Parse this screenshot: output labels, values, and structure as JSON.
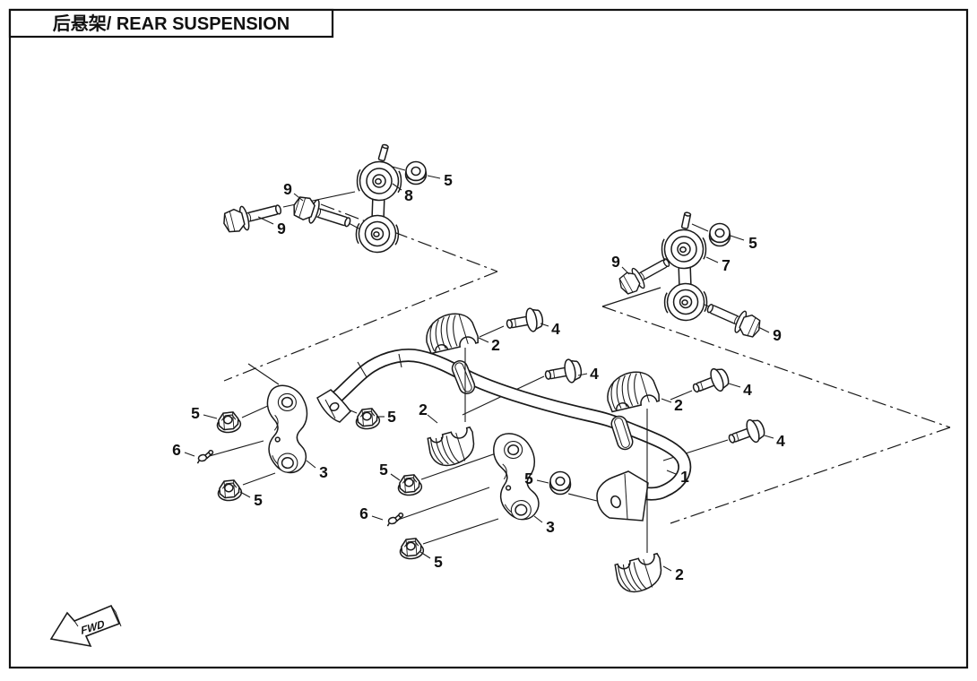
{
  "page": {
    "title": "后悬架/ REAR SUSPENSION"
  },
  "diagram": {
    "fwd_label": "FWD",
    "colors": {
      "ink": "#1a1a1a",
      "paper": "#ffffff"
    },
    "callouts": [
      {
        "part": "9"
      },
      {
        "part": "9"
      },
      {
        "part": "8"
      },
      {
        "part": "5"
      },
      {
        "part": "9"
      },
      {
        "part": "7"
      },
      {
        "part": "5"
      },
      {
        "part": "9"
      },
      {
        "part": "2"
      },
      {
        "part": "4"
      },
      {
        "part": "4"
      },
      {
        "part": "2"
      },
      {
        "part": "4"
      },
      {
        "part": "4"
      },
      {
        "part": "5"
      },
      {
        "part": "5"
      },
      {
        "part": "2"
      },
      {
        "part": "6"
      },
      {
        "part": "3"
      },
      {
        "part": "5"
      },
      {
        "part": "5"
      },
      {
        "part": "5"
      },
      {
        "part": "1"
      },
      {
        "part": "6"
      },
      {
        "part": "3"
      },
      {
        "part": "5"
      },
      {
        "part": "2"
      }
    ]
  }
}
